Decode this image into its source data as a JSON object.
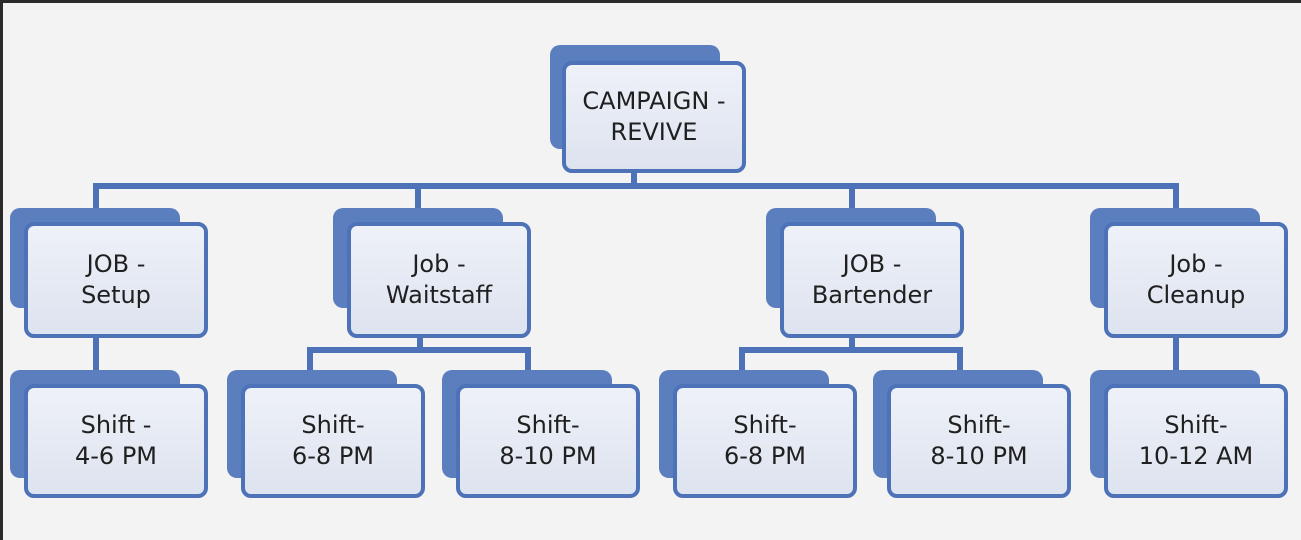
{
  "colors": {
    "background": "#f3f3f4",
    "box_border": "#4d72b7",
    "box_shadow": "#5b7fbe",
    "box_fill": "#e6eaf3",
    "connector": "#4d72b7"
  },
  "root": {
    "line1": "CAMPAIGN -",
    "line2": "REVIVE"
  },
  "jobs": [
    {
      "line1": "JOB -",
      "line2": "Setup"
    },
    {
      "line1": "Job -",
      "line2": "Waitstaff"
    },
    {
      "line1": "JOB -",
      "line2": "Bartender"
    },
    {
      "line1": "Job -",
      "line2": "Cleanup"
    }
  ],
  "shifts": [
    {
      "job": 0,
      "line1": "Shift -",
      "line2": "4-6 PM"
    },
    {
      "job": 1,
      "line1": "Shift-",
      "line2": "6-8 PM"
    },
    {
      "job": 1,
      "line1": "Shift-",
      "line2": "8-10 PM"
    },
    {
      "job": 2,
      "line1": "Shift-",
      "line2": "6-8 PM"
    },
    {
      "job": 2,
      "line1": "Shift-",
      "line2": "8-10 PM"
    },
    {
      "job": 3,
      "line1": "Shift-",
      "line2": "10-12 AM"
    }
  ]
}
